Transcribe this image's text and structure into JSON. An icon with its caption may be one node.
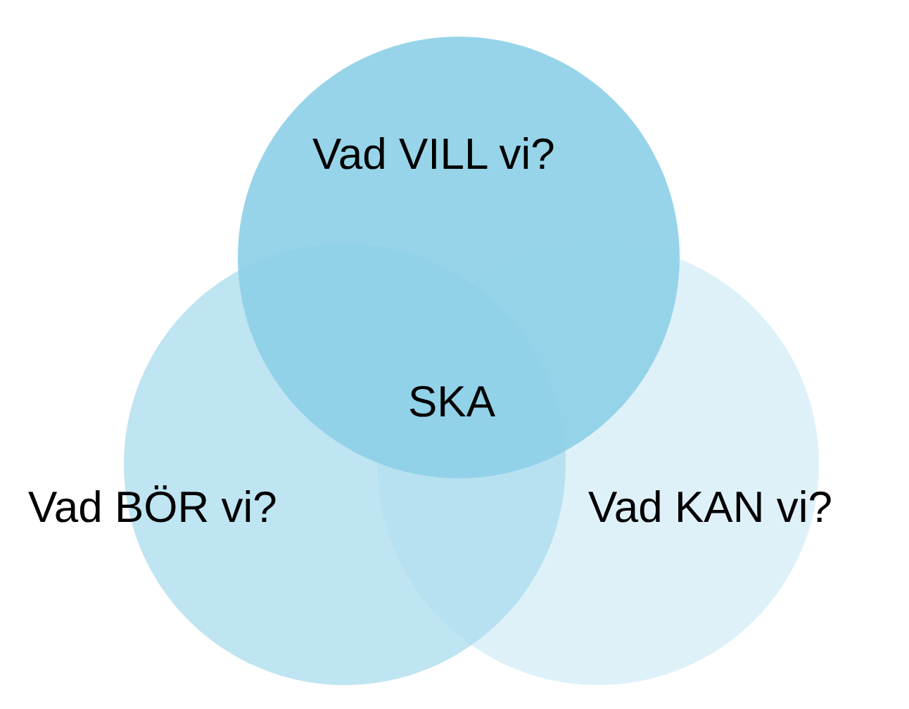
{
  "diagram": {
    "nodes": [
      {
        "text": [
          "Vad VILL vi?"
        ]
      },
      {
        "text": [
          "Vad BÖR vi?"
        ]
      },
      {
        "text": [
          "Vad KAN vi?"
        ]
      }
    ],
    "labels": [
      "SKA"
    ]
  }
}
